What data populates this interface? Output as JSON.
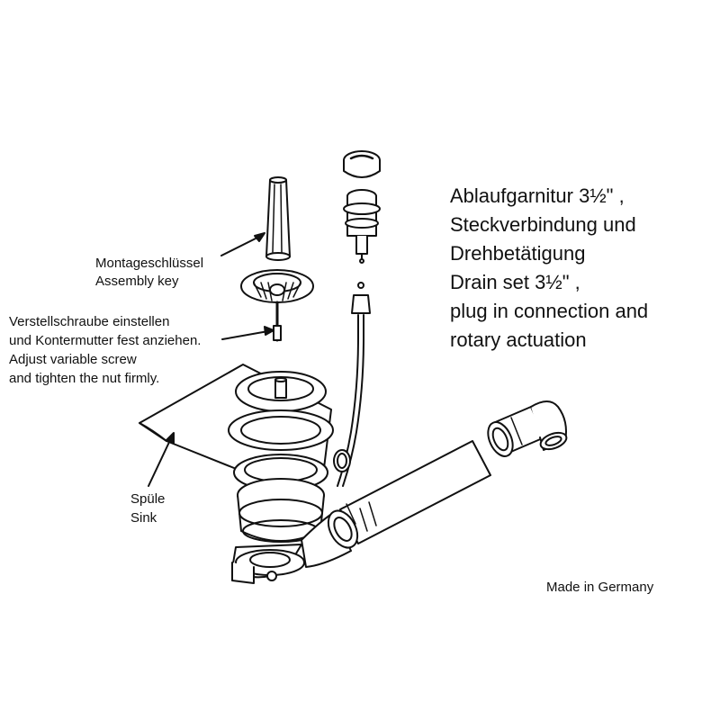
{
  "title": {
    "lines": [
      "Ablaufgarnitur 3½\" ,",
      "Steckverbindung und",
      "Drehbetätigung",
      "Drain set 3½\" ,",
      "plug in connection and",
      "rotary actuation"
    ]
  },
  "labels": {
    "assembly_key_de": "Montageschlüssel",
    "assembly_key_en": "Assembly key",
    "screw_de_1": "Verstellschraube einstellen",
    "screw_de_2": "und Kontermutter fest anziehen.",
    "screw_en_1": "Adjust variable screw",
    "screw_en_2": "and tighten the nut firmly.",
    "sink_de": "Spüle",
    "sink_en": "Sink",
    "made_in": "Made in Germany"
  },
  "colors": {
    "ink": "#111111",
    "background": "#ffffff"
  }
}
